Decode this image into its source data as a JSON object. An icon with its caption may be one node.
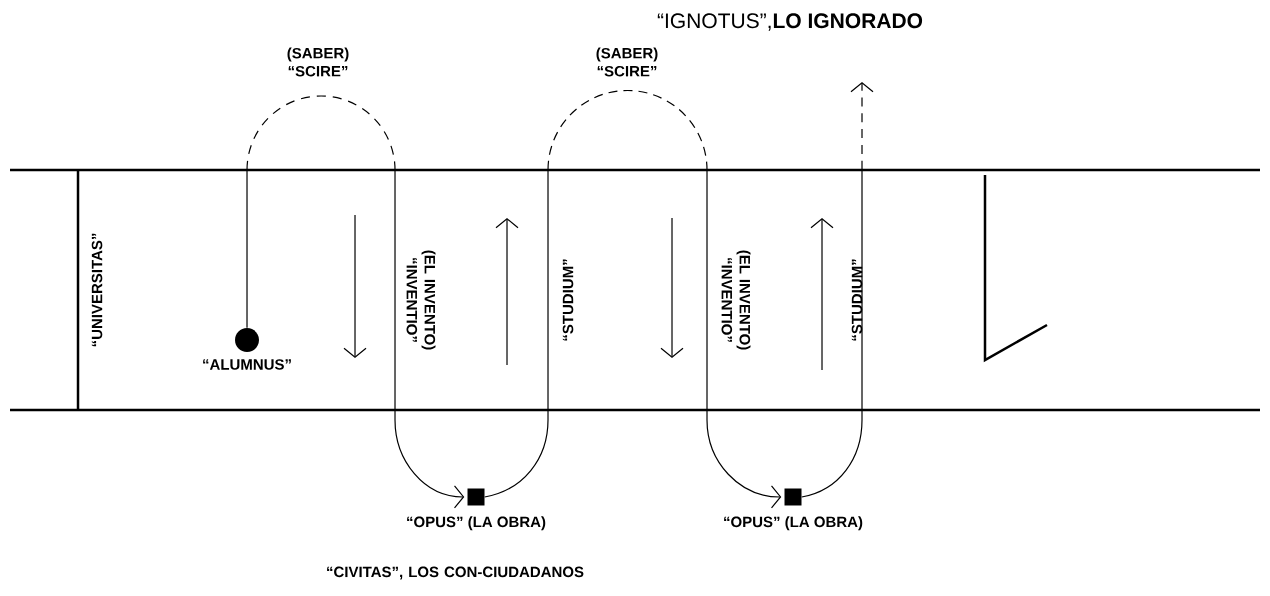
{
  "diagram": {
    "title": "“IGNOTUS”,**LO IGNORADO**",
    "nodes": [
      {
        "text": [],
        "shape": "circle",
        "beside": [
          "“ALUMNUS”"
        ]
      },
      {
        "text": [],
        "shape": "box",
        "beside": [
          "“OPUS” (LA OBRA)"
        ]
      },
      {
        "text": [],
        "shape": "box",
        "beside": [
          "“OPUS” (LA OBRA)"
        ]
      }
    ],
    "edges": [
      {
        "from": 0,
        "to": 1,
        "arrow": "to",
        "label": "(SABER) “SCIRE”"
      },
      {
        "from": 1,
        "to": 2,
        "arrow": "to",
        "label": "(SABER) “SCIRE”"
      },
      {
        "from": 2,
        "to": null,
        "arrow": "to"
      }
    ],
    "labels": [
      "“UNIVERSITAS”",
      "(EL INVENTO) “INVENTIO”",
      "“STUDIUM”",
      "(EL INVENTO) “INVENTIO”",
      "“STUDIUM”",
      "“CIVITAS”, LOS CON-CIUDADANOS"
    ]
  }
}
